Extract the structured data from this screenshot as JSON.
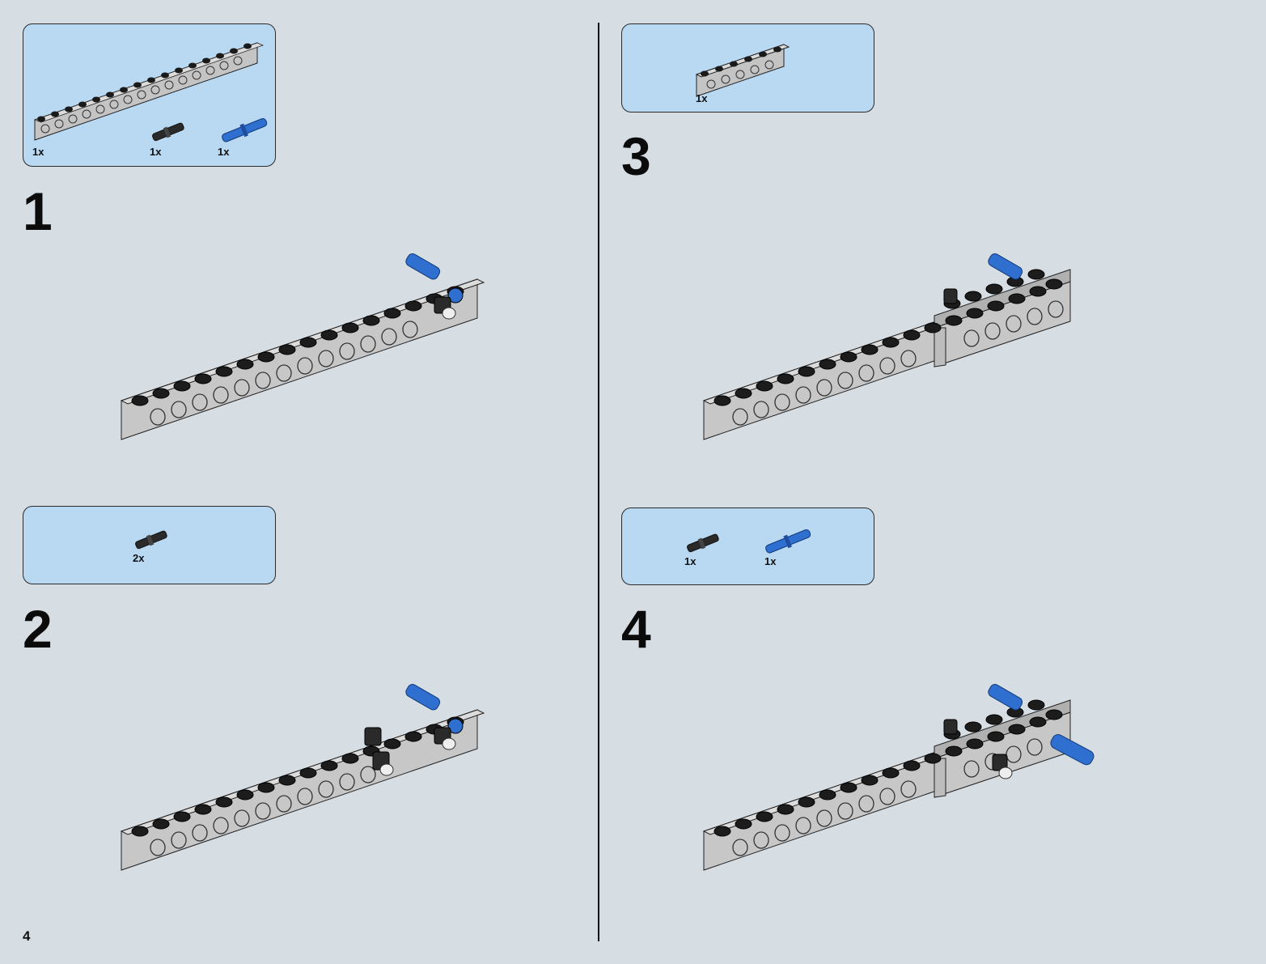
{
  "page_number": "4",
  "steps": [
    {
      "number": "1",
      "parts": [
        {
          "name": "technic-brick-1x16-icon",
          "qty": "1x"
        },
        {
          "name": "black-friction-pin-icon",
          "qty": "1x"
        },
        {
          "name": "blue-axle-pin-icon",
          "qty": "1x"
        }
      ]
    },
    {
      "number": "2",
      "parts": [
        {
          "name": "black-friction-pin-icon",
          "qty": "2x"
        }
      ]
    },
    {
      "number": "3",
      "parts": [
        {
          "name": "technic-brick-1x6-icon",
          "qty": "1x"
        }
      ]
    },
    {
      "number": "4",
      "parts": [
        {
          "name": "black-friction-pin-icon",
          "qty": "1x"
        },
        {
          "name": "blue-axle-pin-icon",
          "qty": "1x"
        }
      ]
    }
  ],
  "colors": {
    "background": "#d6dde3",
    "parts_box": "#b9d8f2",
    "brick_gray": "#c4c4c4",
    "stud_black": "#1a1a1a",
    "pin_blue": "#2f6fcf"
  }
}
